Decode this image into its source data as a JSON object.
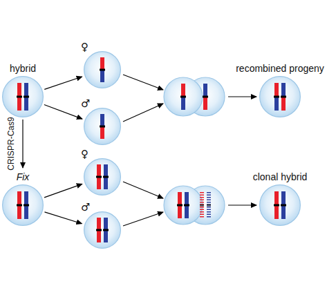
{
  "diagram": {
    "nodes": [
      {
        "text": [
          "hybrid"
        ]
      },
      {
        "text": [
          "♀"
        ]
      },
      {
        "text": [
          "♂"
        ]
      },
      {
        "text": [
          "recombined progeny"
        ]
      },
      {
        "text": [
          "Fix"
        ]
      },
      {
        "text": [
          "♀"
        ]
      },
      {
        "text": [
          "♂"
        ]
      },
      {
        "text": [
          "clonal hybrid"
        ]
      }
    ],
    "edges": [
      {
        "from": 0,
        "to": 1,
        "arrow": "to"
      },
      {
        "from": 0,
        "to": 2,
        "arrow": "to"
      },
      {
        "from": 0,
        "to": 4,
        "label": "CRISPR-Cas9",
        "arrow": "to"
      },
      {
        "from": 4,
        "to": 5,
        "arrow": "to"
      },
      {
        "from": 4,
        "to": 6,
        "arrow": "to"
      }
    ]
  }
}
